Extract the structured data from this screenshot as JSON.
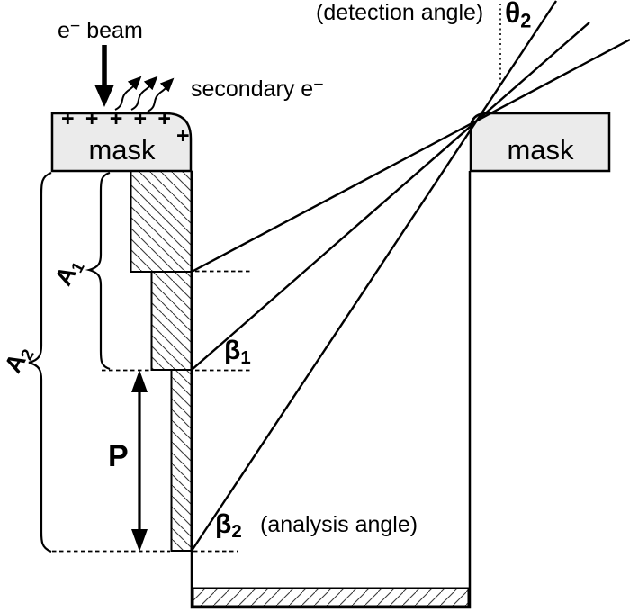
{
  "figure": {
    "beam": {
      "base": "e",
      "sup": "−",
      "rest": " beam"
    },
    "secondary": {
      "base": "secondary e",
      "sup": "−"
    },
    "detection_angle_note": "(detection angle)",
    "analysis_angle_note": "(analysis angle)",
    "theta": {
      "base": "θ",
      "sub": "2"
    },
    "beta1": {
      "base": "β",
      "sub": "1"
    },
    "beta2": {
      "base": "β",
      "sub": "2"
    },
    "a1": {
      "base": "A",
      "sub": "1"
    },
    "a2": {
      "base": "A",
      "sub": "2"
    },
    "p_label": "P",
    "mask_left_label": "mask",
    "mask_right_label": "mask",
    "charges": {
      "c0": "+",
      "c1": "+",
      "c2": "+",
      "c3": "+",
      "c4": "+",
      "corner": "+"
    },
    "colors": {
      "mask_fill": "#ebebeb",
      "line": "#000000"
    }
  }
}
